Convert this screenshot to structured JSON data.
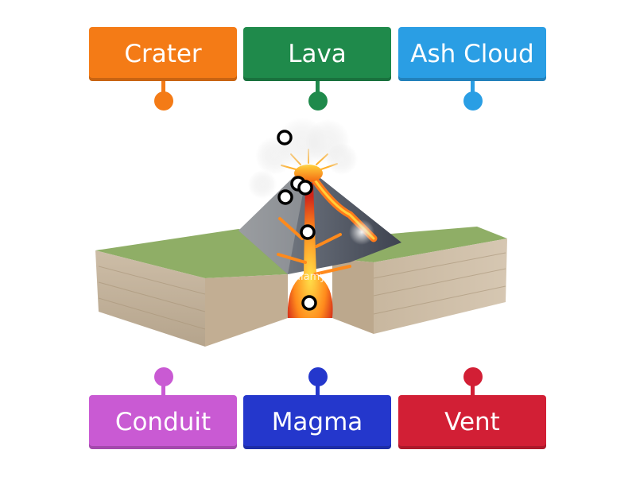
{
  "labels": {
    "crater": {
      "text": "Crater",
      "color": "#f47b16"
    },
    "lava": {
      "text": "Lava",
      "color": "#1f8a4b"
    },
    "ash_cloud": {
      "text": "Ash Cloud",
      "color": "#2a9ee4"
    },
    "conduit": {
      "text": "Conduit",
      "color": "#c95ad3"
    },
    "magma": {
      "text": "Magma",
      "color": "#2437cc"
    },
    "vent": {
      "text": "Vent",
      "color": "#d21f35"
    }
  },
  "image": {
    "watermark": "alamy",
    "subject": "volcano cross-section"
  },
  "drop_target_count": 6
}
